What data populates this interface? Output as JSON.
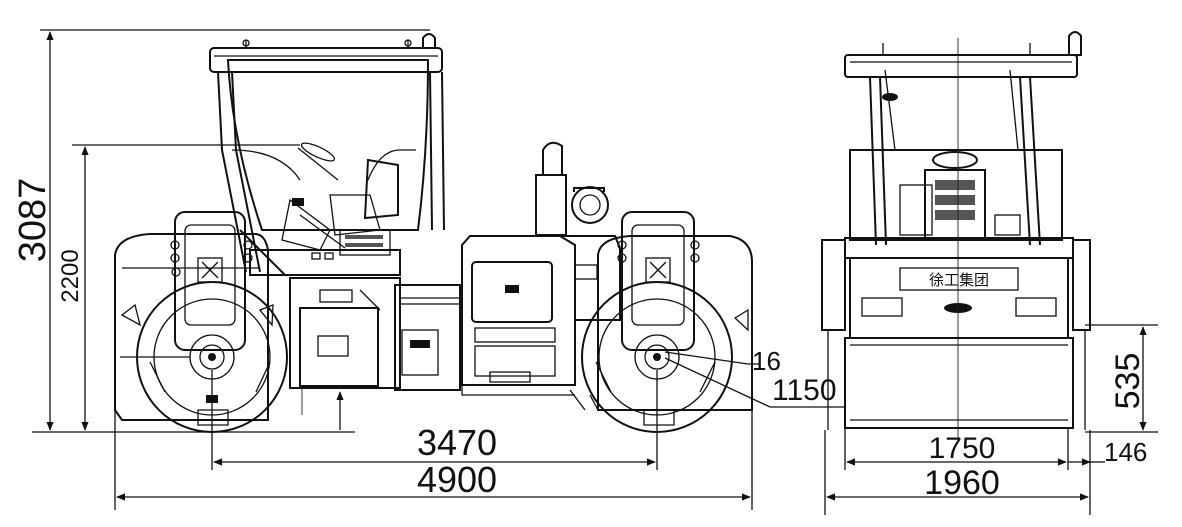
{
  "dimensions": {
    "overall_height": "3087",
    "cab_height": "2200",
    "wheelbase": "3470",
    "overall_length": "4900",
    "offset_small": "16",
    "drum_diameter": "1150",
    "side_clearance": "535",
    "drum_width": "1750",
    "overhang": "146",
    "overall_width": "1960"
  },
  "logo_text": "徐工集团",
  "colors": {
    "line": "#111111",
    "background": "#ffffff"
  }
}
